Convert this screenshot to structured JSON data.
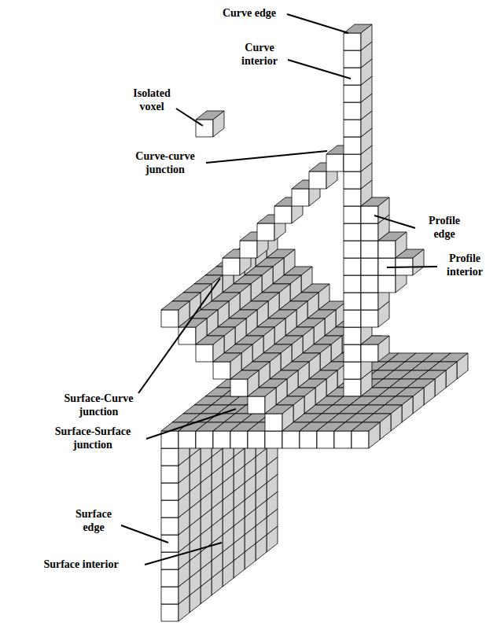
{
  "diagram": {
    "labels": [
      "Curve edge",
      "Curve interior",
      "Isolated voxel",
      "Curve-curve junction",
      "Profile edge",
      "Profile interior",
      "Surface-Curve junction",
      "Surface-Surface junction",
      "Surface edge",
      "Surface interior"
    ]
  }
}
